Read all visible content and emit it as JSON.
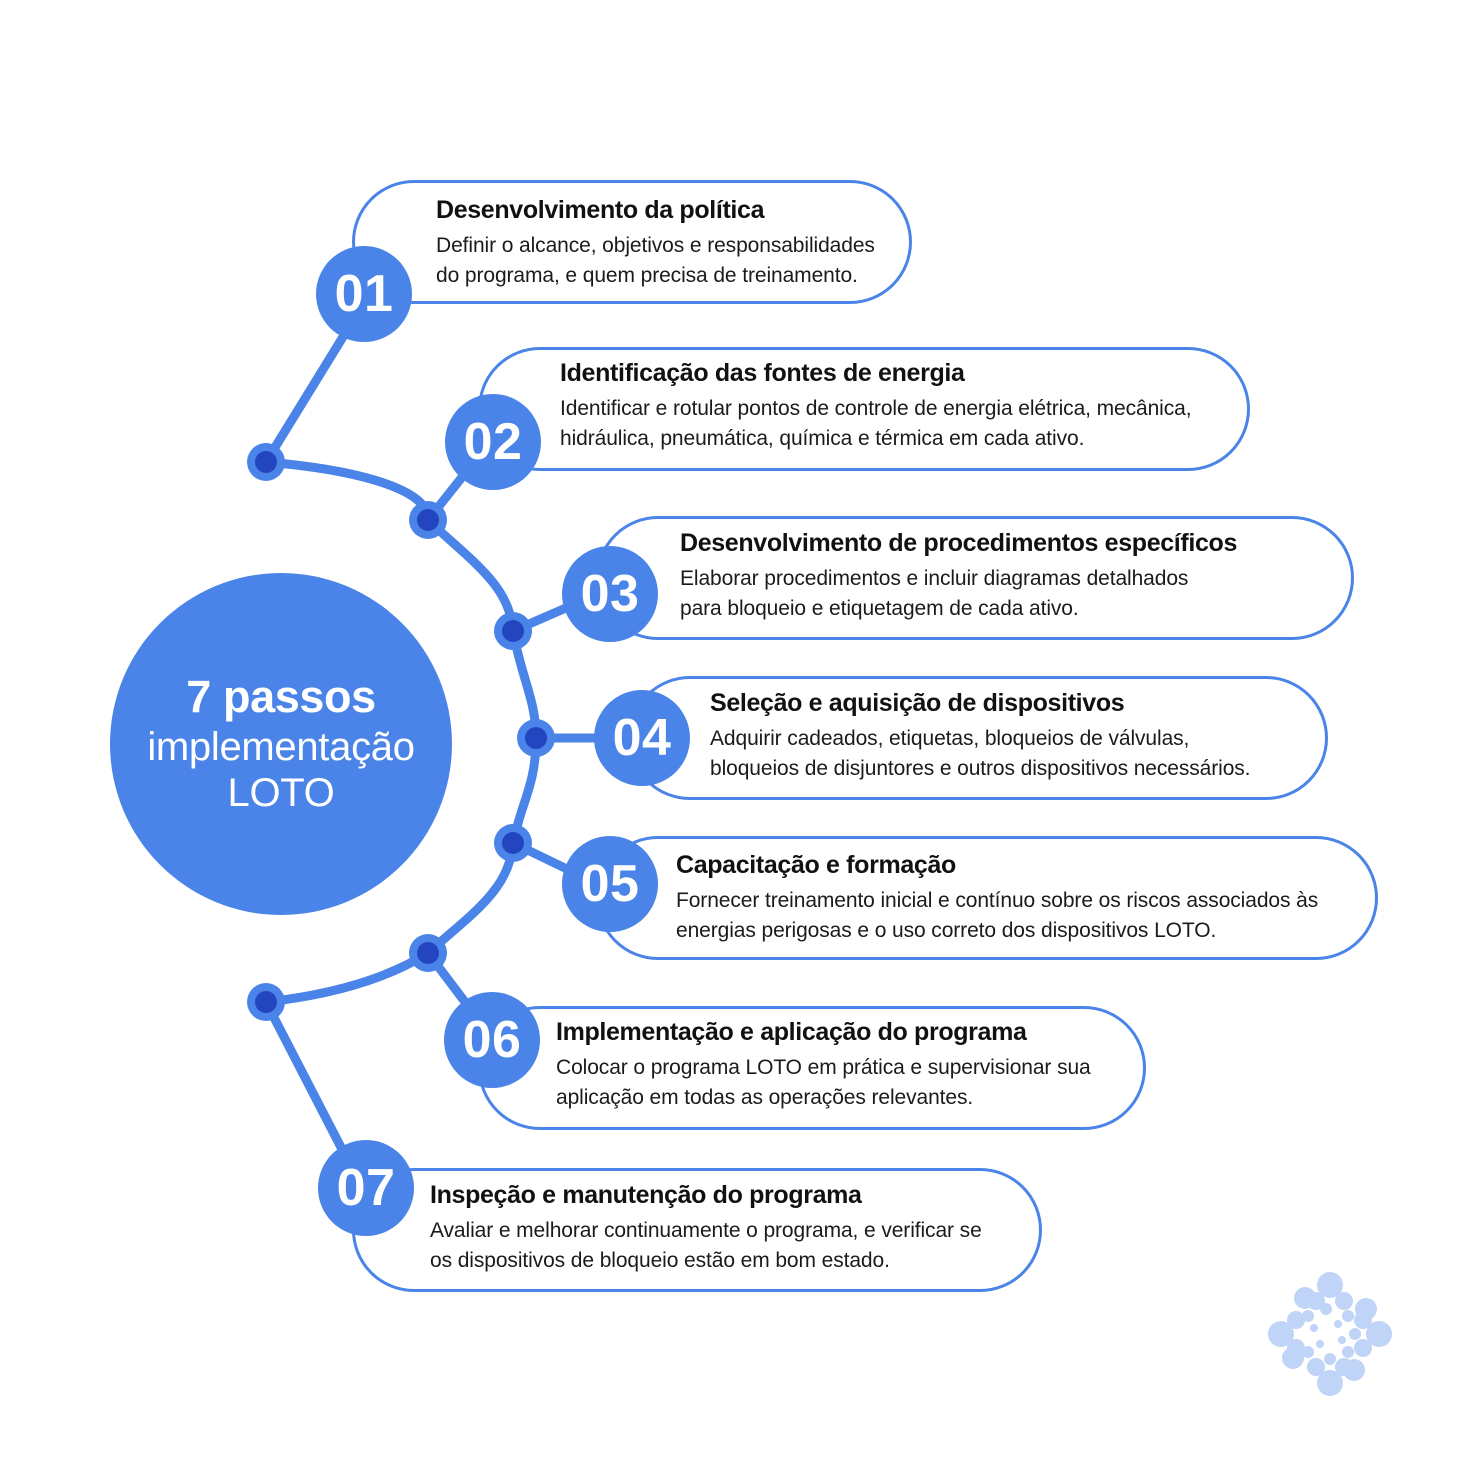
{
  "hub": {
    "line1": "7 passos",
    "line2": "implementação",
    "line3": "LOTO"
  },
  "theme": {
    "accent": "#4a84e8",
    "node_core": "#2346c0",
    "logo_dot": "#bfd4f7",
    "title_color": "#111111",
    "body_color": "#1b1b1b",
    "background": "#ffffff"
  },
  "logo": {
    "name": "diamond-dots-logo"
  },
  "steps": [
    {
      "number": "01",
      "title": "Desenvolvimento da política",
      "desc": "Definir o alcance, objetivos e responsabilidades\ndo programa, e quem precisa de treinamento."
    },
    {
      "number": "02",
      "title": "Identificação das fontes de energia",
      "desc": "Identificar e rotular pontos de controle de energia elétrica, mecânica,\nhidráulica, pneumática, química e térmica em cada ativo."
    },
    {
      "number": "03",
      "title": "Desenvolvimento de procedimentos específicos",
      "desc": "Elaborar procedimentos e incluir diagramas detalhados\npara bloqueio e etiquetagem de cada ativo."
    },
    {
      "number": "04",
      "title": "Seleção e aquisição de dispositivos",
      "desc": "Adquirir cadeados, etiquetas, bloqueios de válvulas,\nbloqueios de disjuntores e outros dispositivos necessários."
    },
    {
      "number": "05",
      "title": "Capacitação e formação",
      "desc": "Fornecer treinamento inicial e contínuo sobre os riscos associados às\nenergias perigosas e o uso correto dos dispositivos LOTO."
    },
    {
      "number": "06",
      "title": "Implementação e aplicação do programa",
      "desc": "Colocar o programa LOTO em prática e supervisionar sua\naplicação em todas as operações relevantes."
    },
    {
      "number": "07",
      "title": "Inspeção e manutenção do programa",
      "desc": "Avaliar e melhorar continuamente o programa, e verificar se\nos dispositivos de bloqueio estão em bom estado."
    }
  ]
}
